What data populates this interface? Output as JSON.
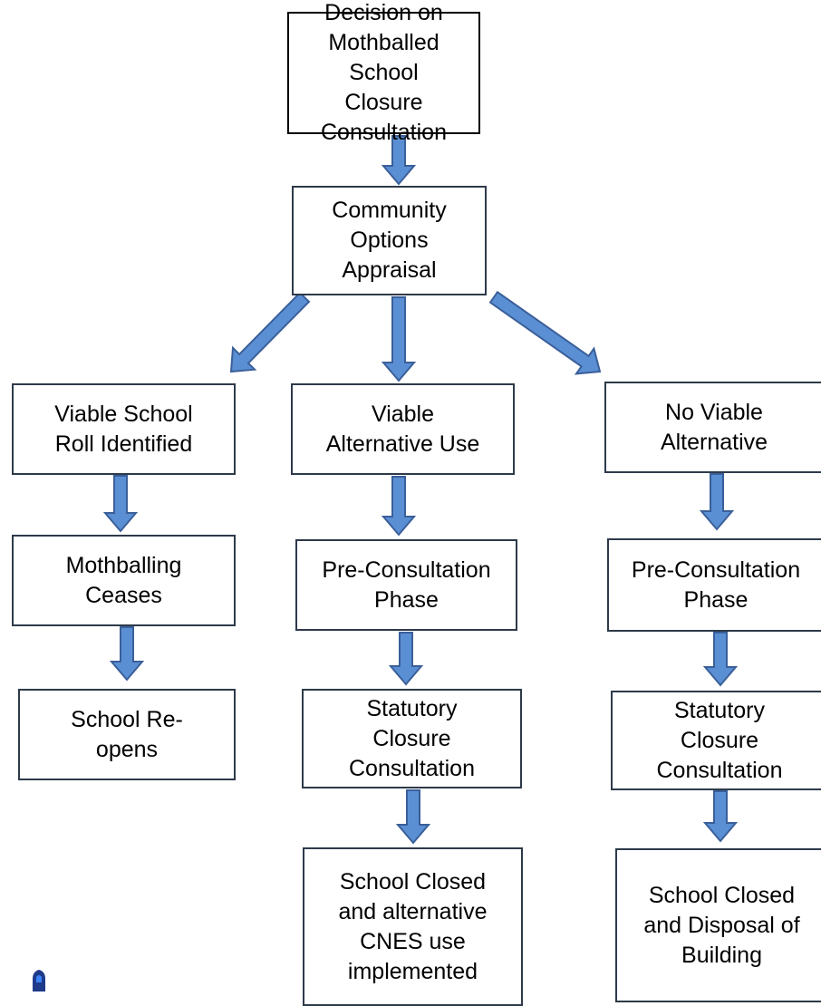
{
  "colors": {
    "arrow_fill": "#5b8fd4",
    "arrow_stroke": "#3a5f99",
    "box_border": "#2e3a4a"
  },
  "nodes": {
    "decision": "Decision on\nMothballed School\nClosure\nConsultation",
    "appraisal": "Community\nOptions\nAppraisal",
    "viable_roll": "Viable School\nRoll Identified",
    "viable_alt": "Viable\nAlternative Use",
    "no_viable": "No Viable\nAlternative",
    "mothballing_ceases": "Mothballing\nCeases",
    "reopens": "School Re-\nopens",
    "preconsult_mid": "Pre-Consultation\nPhase",
    "preconsult_right": "Pre-Consultation\nPhase",
    "statutory_mid": "Statutory\nClosure\nConsultation",
    "statutory_right": "Statutory\nClosure\nConsultation",
    "closed_alt": "School Closed\nand alternative\nCNES use\nimplemented",
    "closed_disposal": "School Closed\nand Disposal of\nBuilding"
  },
  "logo_icon": "crest-icon"
}
